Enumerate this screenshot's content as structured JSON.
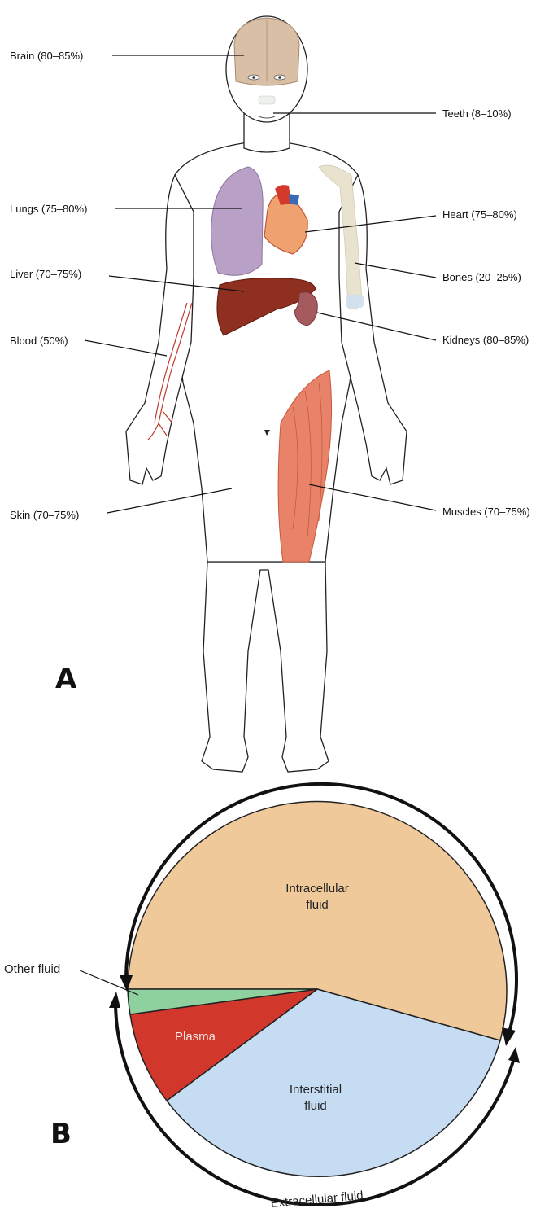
{
  "panel_a": {
    "letter": "A",
    "labels": {
      "brain": "Brain (80–85%)",
      "teeth": "Teeth (8–10%)",
      "lungs": "Lungs (75–80%)",
      "heart": "Heart (75–80%)",
      "liver": "Liver (70–75%)",
      "bones": "Bones (20–25%)",
      "blood": "Blood (50%)",
      "kidneys": "Kidneys (80–85%)",
      "skin": "Skin (70–75%)",
      "muscles": "Muscles (70–75%)"
    }
  },
  "panel_b": {
    "letter": "B",
    "intracellular_line1": "Intracellular",
    "intracellular_line2": "fluid",
    "interstitial_line1": "Interstitial",
    "interstitial_line2": "fluid",
    "plasma": "Plasma",
    "other_fluid": "Other fluid",
    "extracellular": "Extracellular fluid"
  },
  "colors": {
    "intracellular": "#f0c99b",
    "interstitial": "#c6dcf2",
    "plasma": "#d1372a",
    "other": "#8fd19e",
    "brain": "#d8bfa6",
    "lungs": "#b8a0c6",
    "liver": "#8e2f1f",
    "muscle": "#e8836a",
    "bone": "#e8e2cf"
  }
}
